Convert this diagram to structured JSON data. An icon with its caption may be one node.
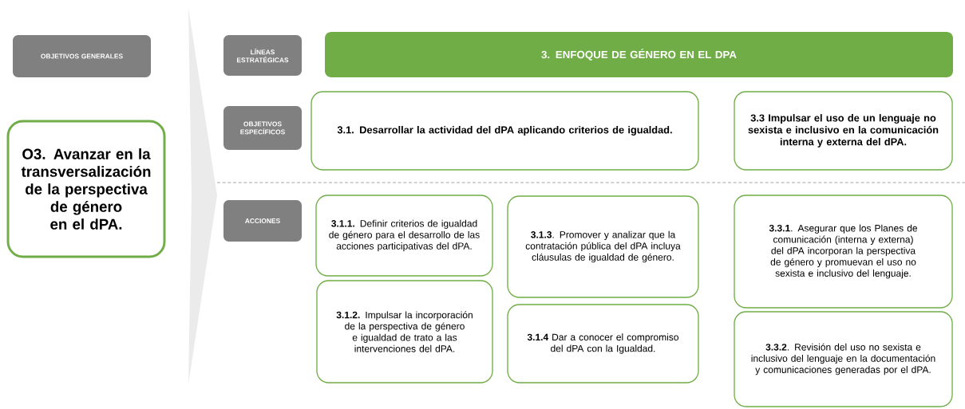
{
  "diagram": {
    "nodes": [
      {
        "text": [
          "OBJETIVOS GENERALES"
        ]
      },
      {
        "text": [
          "O3. Avanzar en la transversalización de la perspectiva de género en el dPA."
        ]
      },
      {
        "text": [
          "LÍNEAS ESTRATÉGICAS"
        ]
      },
      {
        "text": [
          "3. ENFOQUE DE GÉNERO EN EL DPA"
        ]
      },
      {
        "text": [
          "OBJETIVOS ESPECÍFICOS"
        ]
      },
      {
        "text": [
          "3.1. Desarrollar la actividad del dPA aplicando criterios de igualdad."
        ]
      },
      {
        "text": [
          "3.3 Impulsar el uso de un lenguaje no sexista e inclusivo en la comunicación interna y externa del dPA."
        ]
      },
      {
        "text": [
          "ACCIONES"
        ]
      },
      {
        "text": [
          "**3.1.1.** Definir criterios de igualdad de género para el desarrollo de las acciones participativas  del dPA."
        ]
      },
      {
        "text": [
          "**3.1.3**. Promover y analizar que la contratación pública del dPA incluya cláusulas de igualdad de género."
        ]
      },
      {
        "text": [
          "**3.3.1**. Asegurar que los Planes de comunicación (interna y externa) del dPA incorporan la perspectiva de género y promuevan el uso no sexista e inclusivo del lenguaje."
        ]
      },
      {
        "text": [
          "**3.1.2.** Impulsar la incorporación de la perspectiva de género e igualdad de trato a las intervenciones del dPA."
        ]
      },
      {
        "text": [
          "**3.1.4** Dar a conocer el compromiso del dPA con la Igualdad."
        ]
      },
      {
        "text": [
          "**3.3.2**. Revisión del uso no sexista e inclusivo del lenguaje en la documentación y comunicaciones generadas por el dPA."
        ]
      }
    ]
  }
}
